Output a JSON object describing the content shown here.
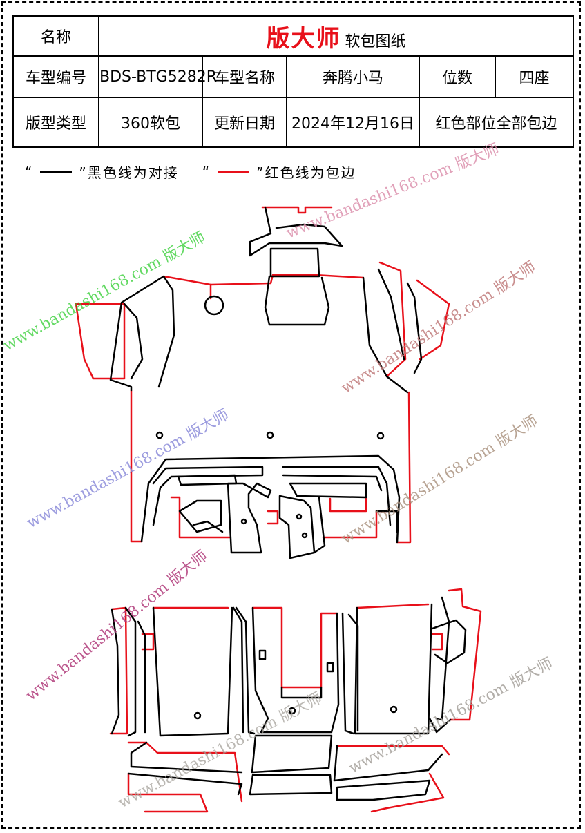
{
  "header": {
    "name_label": "名称",
    "brand": "版大师",
    "doc_type": "软包图纸",
    "model_code_label": "车型编号",
    "model_code": "BDS-BTG5282R",
    "model_name_label": "车型名称",
    "model_name": "奔腾小马",
    "seats_label": "位数",
    "seats": "四座",
    "type_label": "版型类型",
    "type": "360软包",
    "update_label": "更新日期",
    "update_date": "2024年12月16日",
    "note": "红色部位全部包边"
  },
  "legend": {
    "black_open": "“",
    "black_close": "”黑色线为对接",
    "red_open": "“",
    "red_close": "”红色线为包边"
  },
  "watermark": {
    "text": "www.bandashi168.com 版大师"
  },
  "colors": {
    "edge_binding": "#e8101a",
    "seam_line": "#000000"
  }
}
